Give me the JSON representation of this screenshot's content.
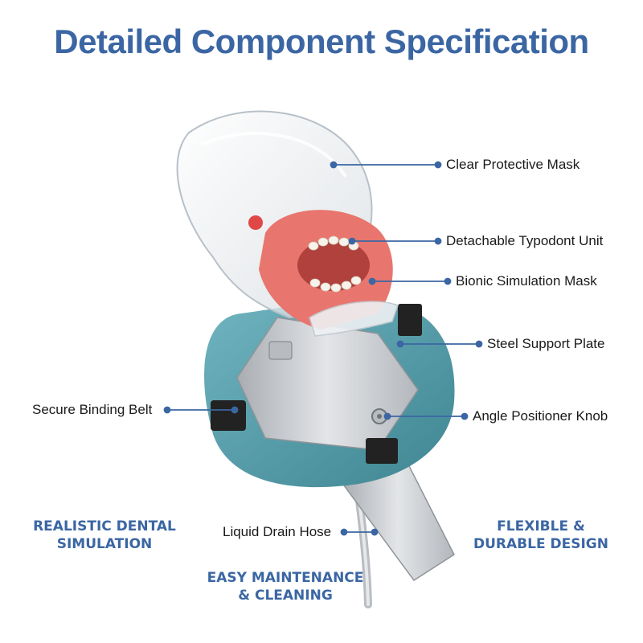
{
  "title": "Detailed Component Specification",
  "callouts": {
    "clear_protective_mask": "Clear Protective Mask",
    "detachable_typodont_unit": "Detachable Typodont Unit",
    "bionic_simulation_mask": "Bionic Simulation Mask",
    "steel_support_plate": "Steel Support Plate",
    "secure_binding_belt": "Secure Binding Belt",
    "angle_positioner_knob": "Angle Positioner Knob",
    "liquid_drain_hose": "Liquid Drain Hose"
  },
  "features": {
    "realistic": [
      "REALISTIC DENTAL",
      "SIMULATION"
    ],
    "flexible": [
      "FLEXIBLE &",
      "DURABLE DESIGN"
    ],
    "maintenance": [
      "EASY MAINTENANCE",
      "& CLEANING"
    ]
  },
  "colors": {
    "accent": "#3b66a3",
    "leader": "#3b66a3",
    "pad": "#4e9aa6",
    "gum": "#e8766e",
    "steel": "#c9ccd0"
  }
}
